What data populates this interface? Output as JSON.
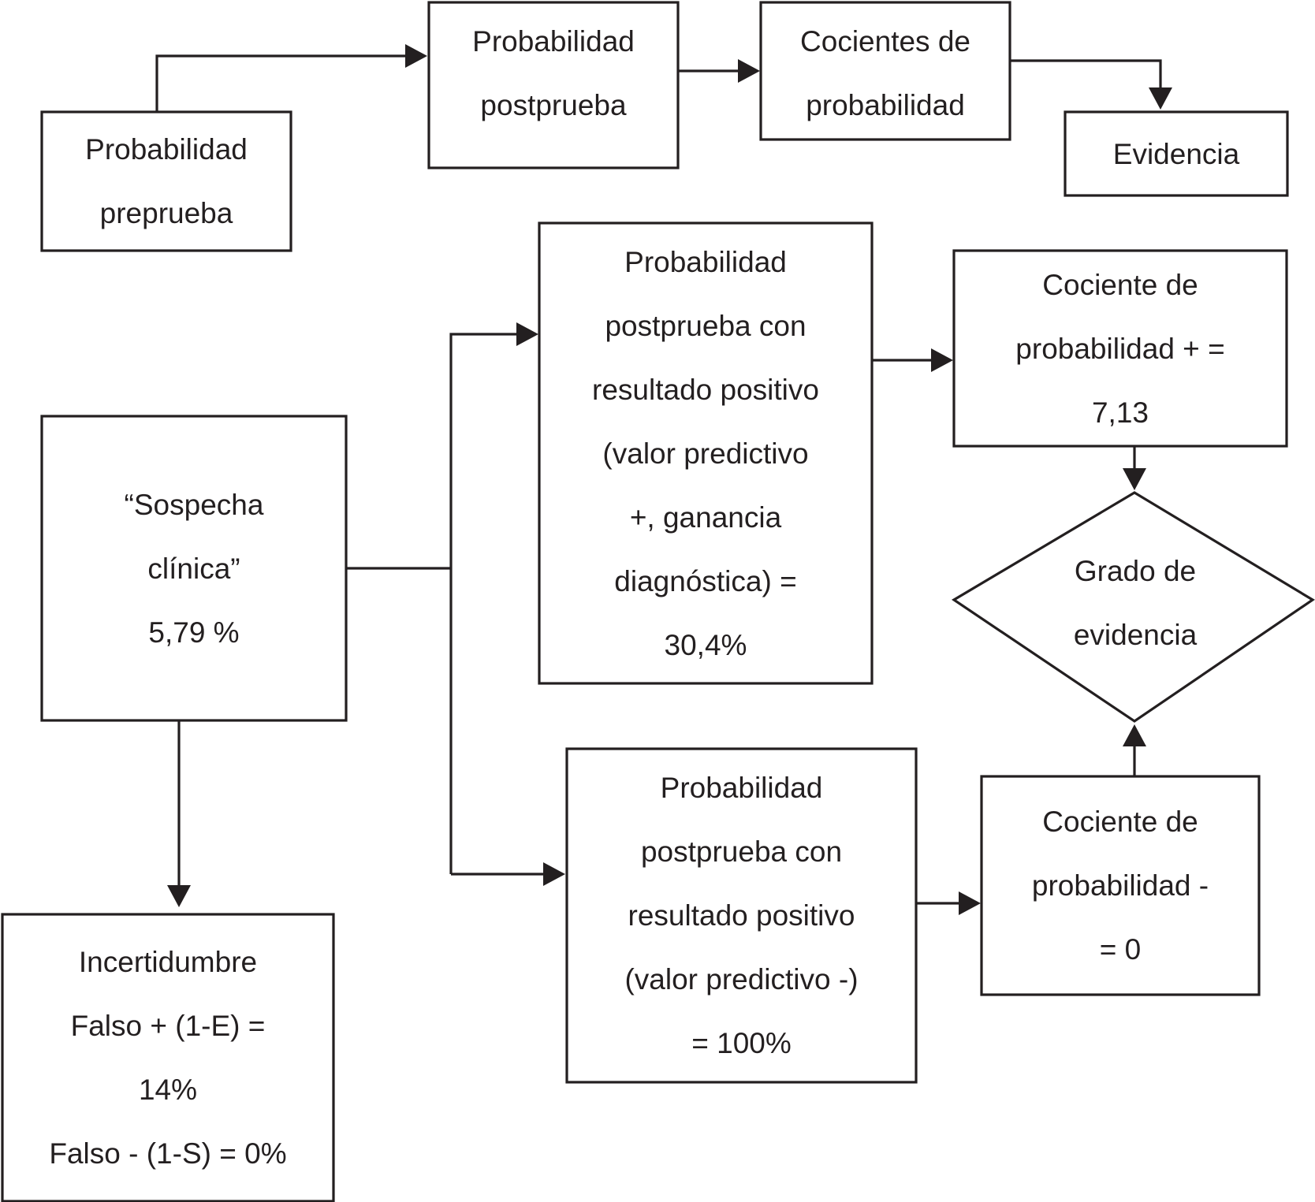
{
  "colors": {
    "ink": "#231f20",
    "background": "#ffffff"
  },
  "nodes": {
    "pretest": {
      "lines": [
        "Probabilidad",
        "preprueba"
      ]
    },
    "posttest": {
      "lines": [
        "Probabilidad",
        "postprueba"
      ]
    },
    "likelihood_ratios": {
      "lines": [
        "Cocientes de",
        "probabilidad"
      ]
    },
    "evidence": {
      "lines": [
        "Evidencia"
      ]
    },
    "clinical_suspicion": {
      "lines": [
        "“Sospecha",
        "clínica”",
        "5,79 %"
      ]
    },
    "posttest_positive": {
      "lines": [
        "Probabilidad",
        "postprueba con",
        "resultado positivo",
        "(valor predictivo",
        "+, ganancia",
        "diagnóstica) =",
        "30,4%"
      ]
    },
    "lr_positive": {
      "lines": [
        "Cociente de",
        "probabilidad + =",
        "7,13"
      ]
    },
    "evidence_grade": {
      "lines": [
        "Grado de",
        "evidencia"
      ]
    },
    "posttest_negative": {
      "lines": [
        "Probabilidad",
        "postprueba con",
        "resultado positivo",
        "(valor predictivo -)",
        "= 100%"
      ]
    },
    "lr_negative": {
      "lines": [
        "Cociente de",
        "probabilidad -",
        "= 0"
      ]
    },
    "uncertainty": {
      "lines": [
        "Incertidumbre",
        "Falso + (1-E) =",
        "14%",
        "Falso - (1-S) = 0%"
      ]
    }
  }
}
